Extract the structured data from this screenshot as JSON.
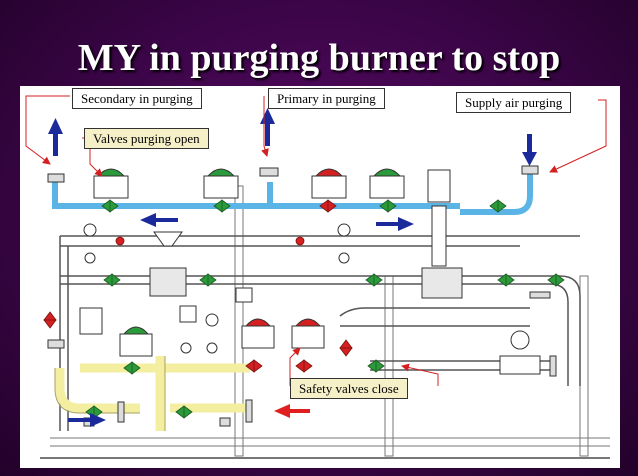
{
  "slide": {
    "title": "MY in purging burner to stop"
  },
  "labels": {
    "secondary": "Secondary in purging",
    "primary": "Primary in purging",
    "supply": "Supply air purging",
    "valves_open": "Valves purging open",
    "safety_close": "Safety valves close"
  },
  "colors": {
    "background": "#3c0548",
    "pipe_blue": "#5ab4e6",
    "pipe_yellow": "#f3eea0",
    "valve_green": "#2a9a3a",
    "valve_red": "#d42020",
    "arrow_blue": "#1a2a9a",
    "arrow_red": "#e02020"
  }
}
